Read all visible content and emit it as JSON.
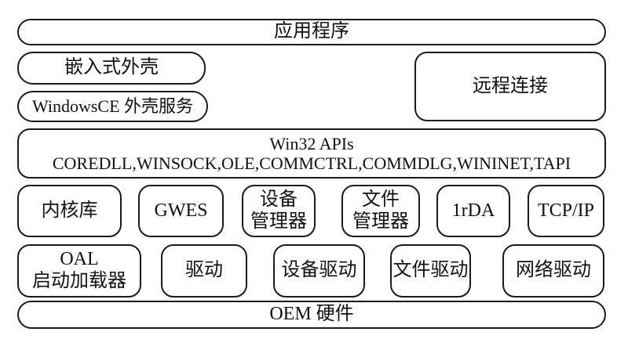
{
  "title": "Windows CE architecture",
  "layers": {
    "applications": "应用程序",
    "embedded_shell": "嵌入式外壳",
    "wince_shell_services": "WindowsCE 外壳服务",
    "remote_connection": "远程连接",
    "win32_api_title": "Win32 APIs",
    "win32_api_list": "COREDLL,WINSOCK,OLE,COMMCTRL,COMMDLG,WININET,TAPI",
    "kernel_row": [
      {
        "line1": "内核库",
        "line2": ""
      },
      {
        "line1": "GWES",
        "line2": ""
      },
      {
        "line1": "设备",
        "line2": "管理器"
      },
      {
        "line1": "文件",
        "line2": "管理器"
      },
      {
        "line1": "1rDA",
        "line2": ""
      },
      {
        "line1": "TCP/IP",
        "line2": ""
      }
    ],
    "driver_row": [
      {
        "line1": "OAL",
        "line2": "启动加载器"
      },
      {
        "line1": "驱动",
        "line2": ""
      },
      {
        "line1": "设备驱动",
        "line2": ""
      },
      {
        "line1": "文件驱动",
        "line2": ""
      },
      {
        "line1": "网络驱动",
        "line2": ""
      }
    ],
    "hardware": "OEM 硬件"
  }
}
